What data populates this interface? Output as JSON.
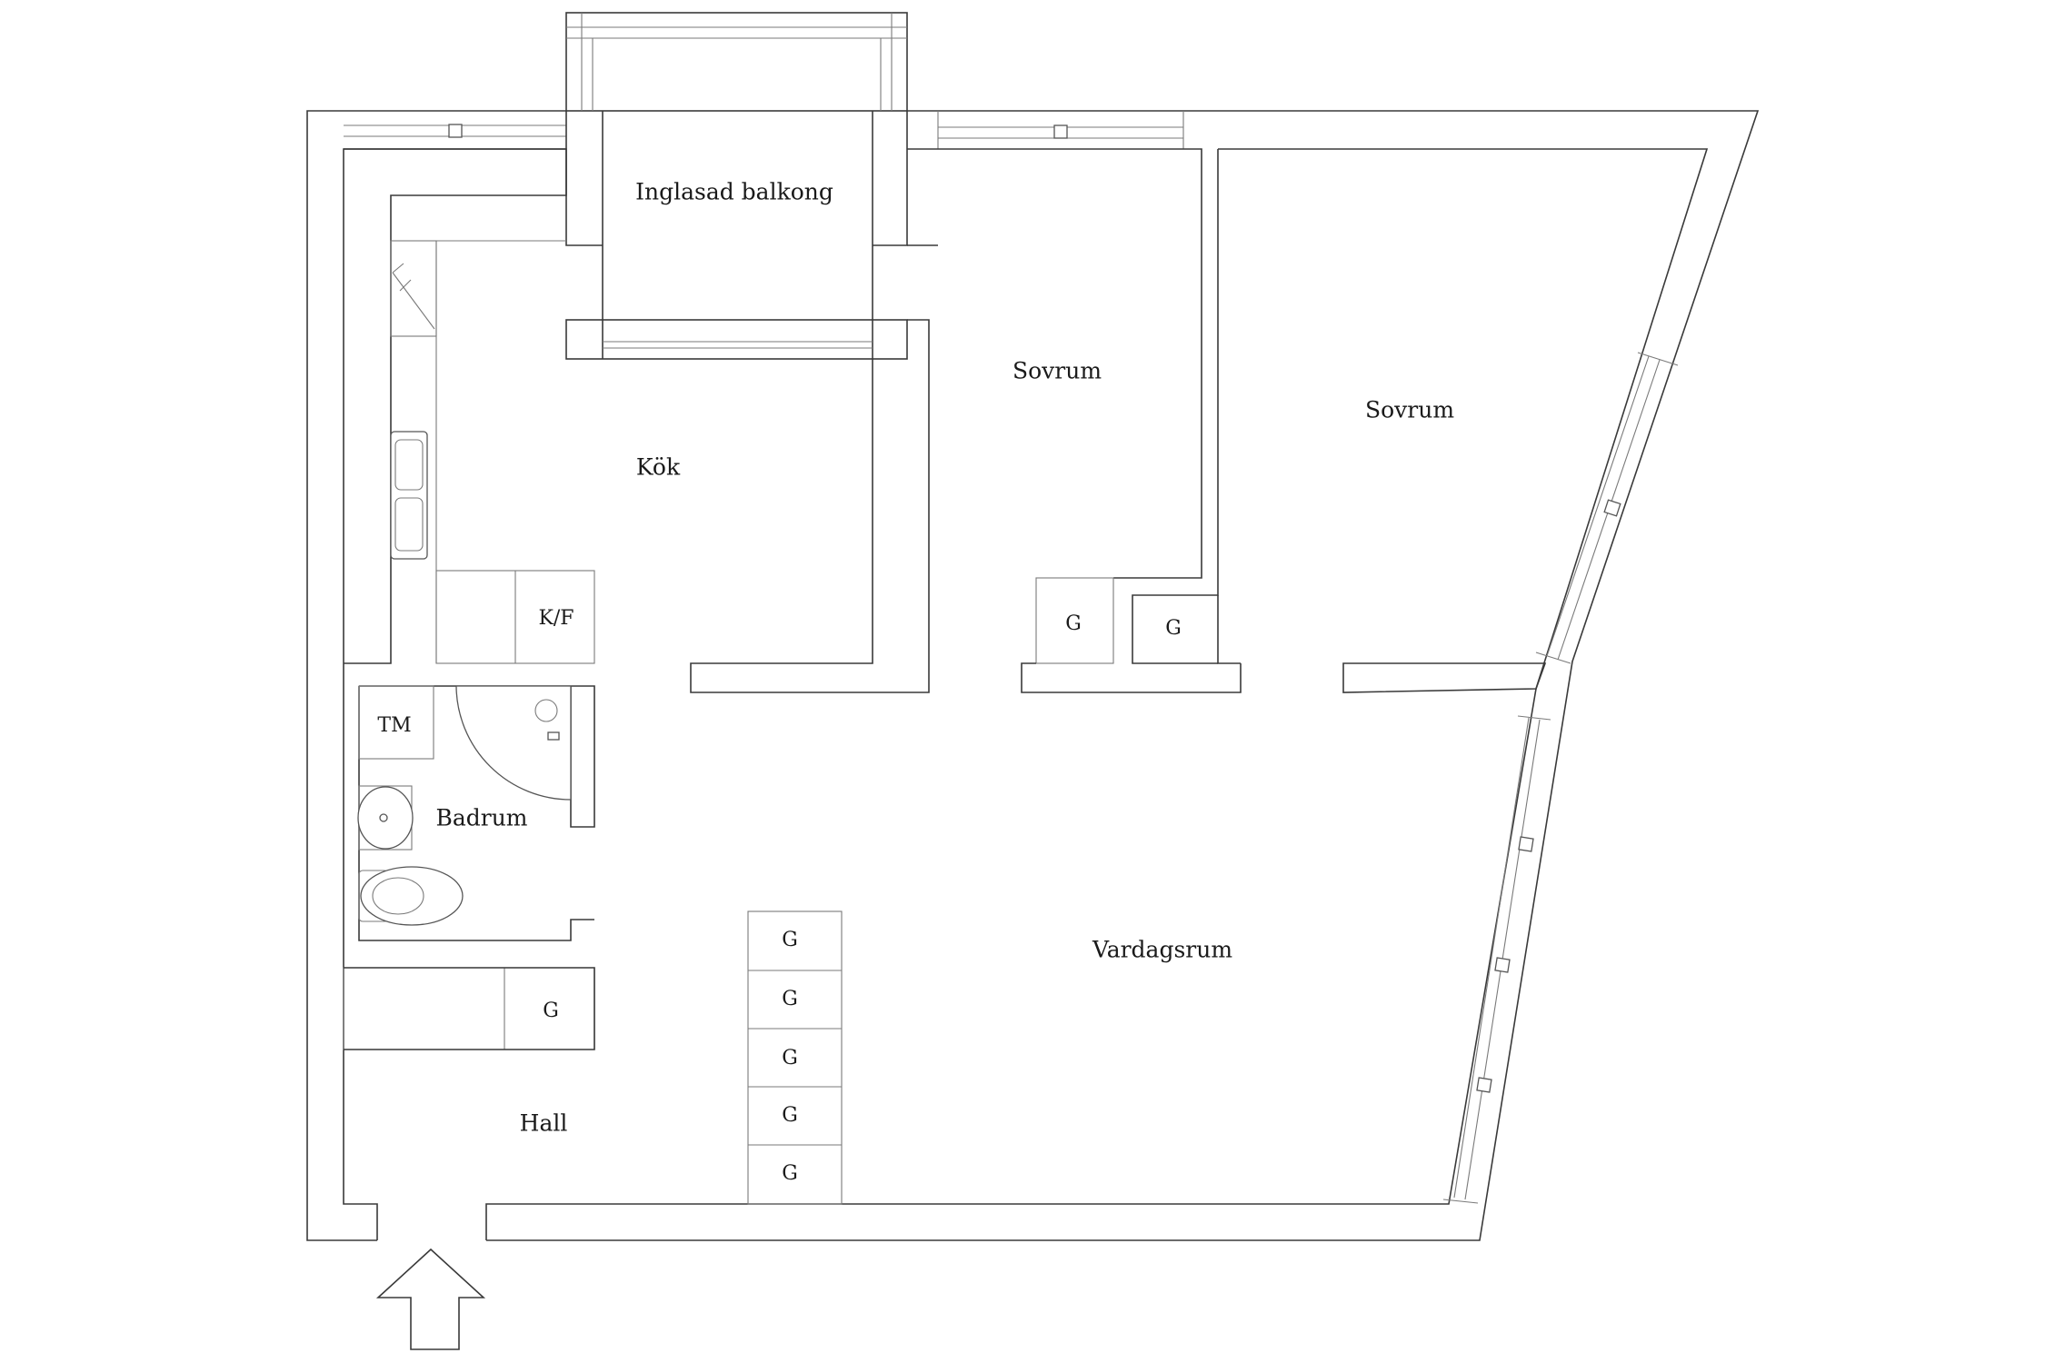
{
  "rooms": {
    "balcony": "Inglasad balkong",
    "kitchen": "Kök",
    "bedroom_1": "Sovrum",
    "bedroom_2": "Sovrum",
    "bathroom": "Badrum",
    "living_room": "Vardagsrum",
    "hall": "Hall"
  },
  "fixtures": {
    "fridge_freezer": "K/F",
    "washing_machine": "TM",
    "wardrobe": "G"
  }
}
